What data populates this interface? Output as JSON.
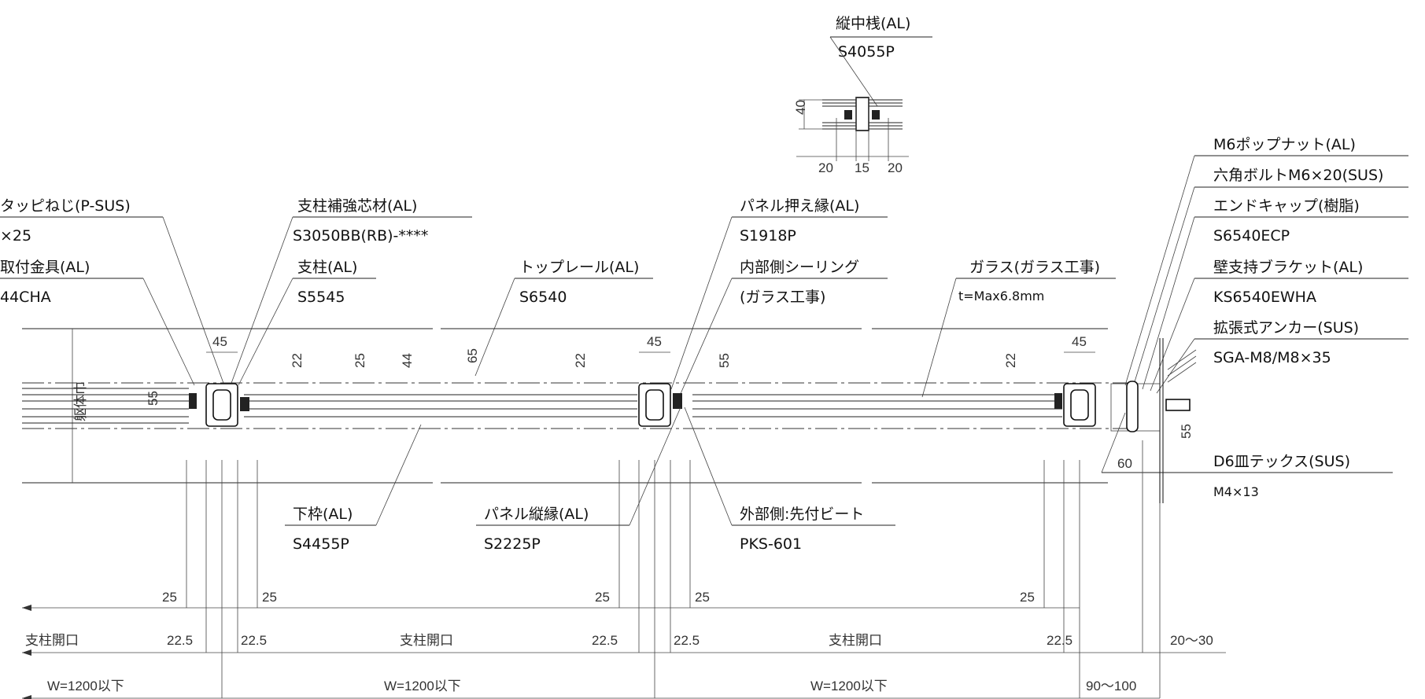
{
  "callouts": {
    "vertical_mullion": {
      "name": "縦中桟(AL)",
      "code": "S4055P"
    },
    "tapping_screw": {
      "name": "タッピねじ(P-SUS)",
      "code": "×25"
    },
    "mount_bracket": {
      "name": "取付金具(AL)",
      "code": "44CHA"
    },
    "post_reinforcement": {
      "name": "支柱補強芯材(AL)",
      "code": "S3050BB(RB)-****"
    },
    "post": {
      "name": "支柱(AL)",
      "code": "S5545"
    },
    "top_rail": {
      "name": "トップレール(AL)",
      "code": "S6540"
    },
    "panel_bead": {
      "name": "パネル押え縁(AL)",
      "code": "S1918P"
    },
    "inner_sealing": {
      "name": "内部側シーリング",
      "code": "(ガラス工事)"
    },
    "glass": {
      "name": "ガラス(ガラス工事)",
      "code": "t=Max6.8mm"
    },
    "pop_nut": {
      "name": "M6ポップナット(AL)"
    },
    "hex_bolt": {
      "name": "六角ボルトM6×20(SUS)"
    },
    "end_cap": {
      "name": "エンドキャップ(樹脂)",
      "code": "S6540ECP"
    },
    "wall_bracket": {
      "name": "壁支持ブラケット(AL)",
      "code": "KS6540EWHA"
    },
    "anchor": {
      "name": "拡張式アンカー(SUS)",
      "code": "SGA-M8/M8×35"
    },
    "tex_screw": {
      "name": "D6皿テックス(SUS)",
      "code": "M4×13"
    },
    "bottom_frame": {
      "name": "下枠(AL)",
      "code": "S4455P"
    },
    "panel_edge": {
      "name": "パネル縦縁(AL)",
      "code": "S2225P"
    },
    "outer_bead": {
      "name": "外部側:先付ビート",
      "code": "PKS-601"
    }
  },
  "dimensions": {
    "mullion_height": "40",
    "mullion_w1": "20",
    "mullion_w2": "15",
    "mullion_w3": "20",
    "post_width": "45",
    "panel_h": "55",
    "d22": "22",
    "d25": "25",
    "d44": "44",
    "d65": "65",
    "d60": "60",
    "d25_bottom": "25",
    "d22_5": "22.5",
    "wall_gap": "20〜30",
    "end_span": "90〜100"
  },
  "labels": {
    "body_width": "躯体巾",
    "post_opening": "支柱開口",
    "width_limit": "W=1200以下"
  }
}
